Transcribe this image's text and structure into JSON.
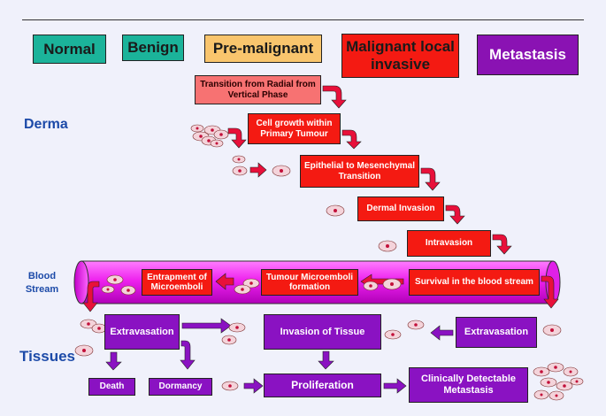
{
  "stages": {
    "normal": "Normal",
    "benign": "Benign",
    "premalignant": "Pre-malignant",
    "malignant": "Malignant local invasive",
    "metastasis": "Metastasis"
  },
  "side_labels": {
    "derma": "Derma",
    "blood_stream": "Blood Stream",
    "tissues": "Tissues"
  },
  "steps": {
    "transition": "Transition from Radial from Vertical Phase",
    "cell_growth": "Cell growth within Primary Tumour",
    "emt": "Epithelial to Mesenchymal Transition",
    "dermal_invasion": "Dermal Invasion",
    "intravasion": "Intravasion",
    "survival": "Survival  in the blood stream",
    "microemboli": "Tumour Microemboli formation",
    "entrapment": "Entrapment of Microemboli",
    "extravasation_left": "Extravasation",
    "invasion_tissue": "Invasion of  Tissue",
    "extravasation_right": "Extravasation",
    "death": "Death",
    "dormancy": "Dormancy",
    "proliferation": "Proliferation",
    "clinical": "Clinically Detectable Metastasis"
  },
  "colors": {
    "normal": "#1bb39a",
    "premalignant": "#f9c56d",
    "malignant": "#f41a12",
    "metastasis": "#8a12b3",
    "vessel": "#ee22ee",
    "arrow_red": "#e8103a",
    "arrow_purple": "#8a12c2"
  }
}
